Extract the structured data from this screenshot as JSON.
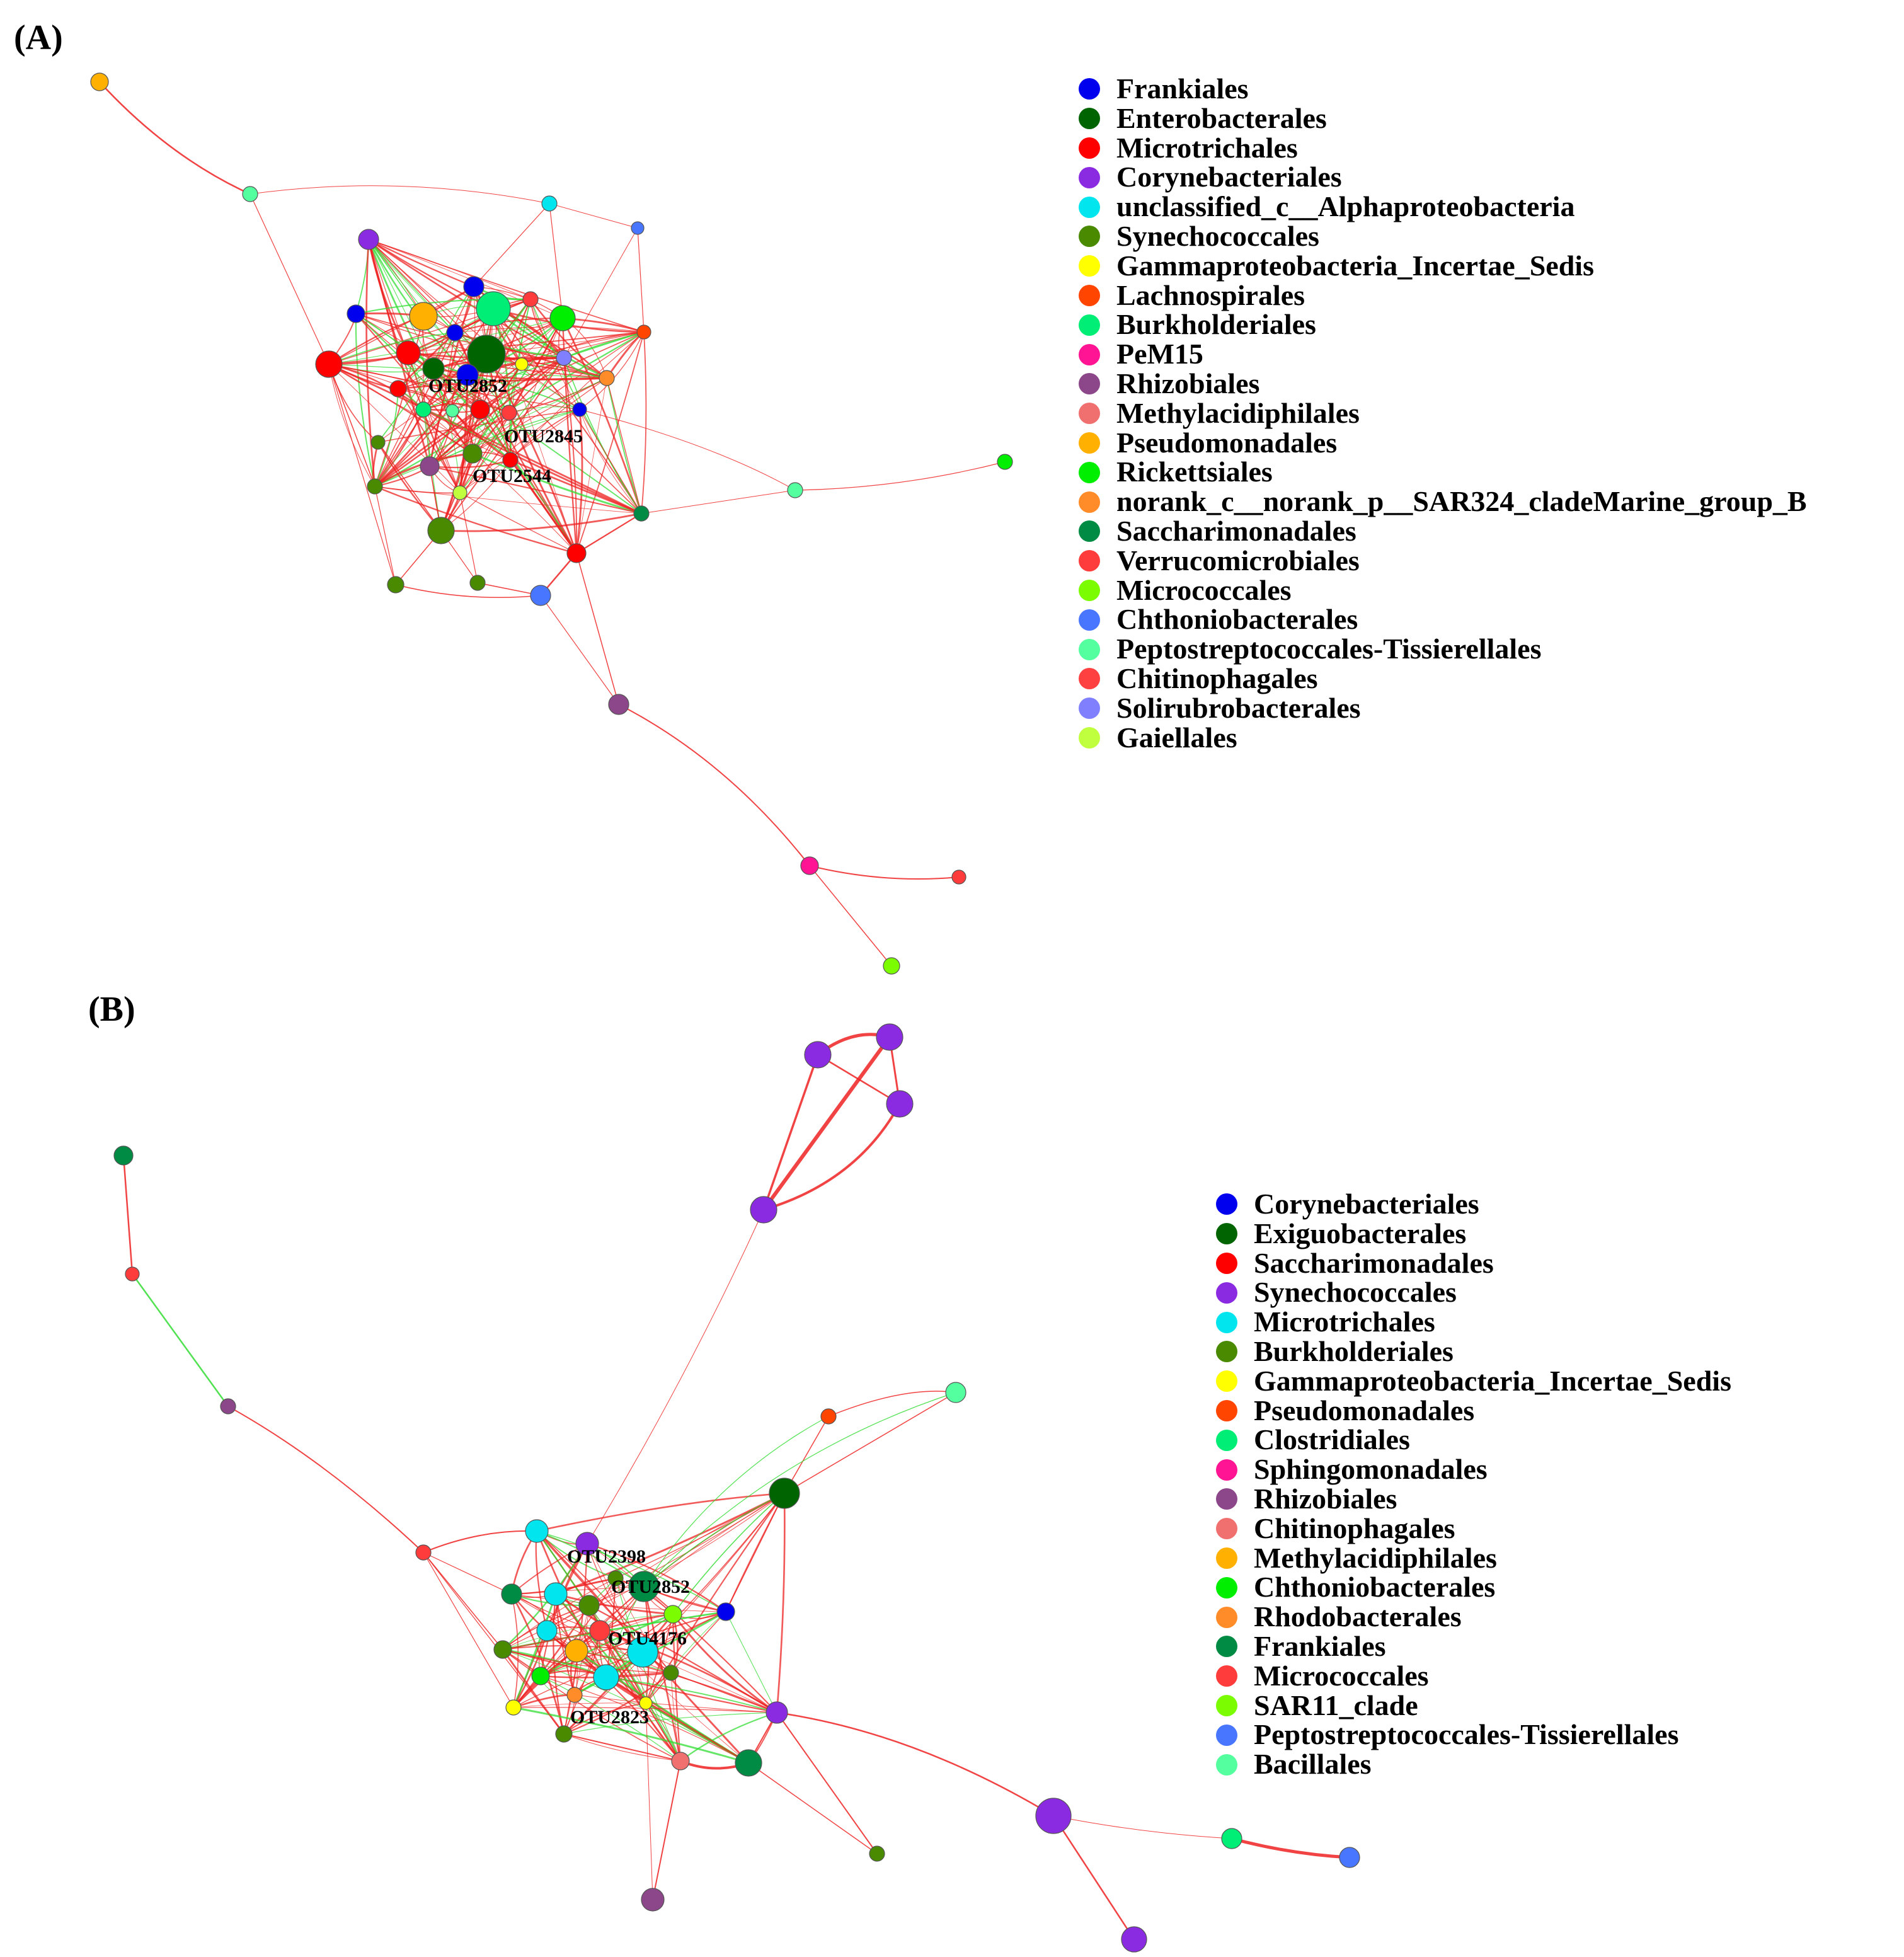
{
  "panels": [
    {
      "label": "(A)",
      "legend": [
        {
          "name": "Frankiales",
          "color": "#0000ee"
        },
        {
          "name": "Enterobacterales",
          "color": "#006400"
        },
        {
          "name": "Microtrichales",
          "color": "#ff0000"
        },
        {
          "name": "Corynebacteriales",
          "color": "#8a2be2"
        },
        {
          "name": "unclassified_c__Alphaproteobacteria",
          "color": "#00e5ee"
        },
        {
          "name": "Synechococcales",
          "color": "#4a8a00"
        },
        {
          "name": "Gammaproteobacteria_Incertae_Sedis",
          "color": "#ffff00"
        },
        {
          "name": "Lachnospirales",
          "color": "#ff4500"
        },
        {
          "name": "Burkholderiales",
          "color": "#00ee76"
        },
        {
          "name": "PeM15",
          "color": "#ff1493"
        },
        {
          "name": "Rhizobiales",
          "color": "#8b4789"
        },
        {
          "name": "Methylacidiphilales",
          "color": "#f07070"
        },
        {
          "name": "Pseudomonadales",
          "color": "#ffb000"
        },
        {
          "name": "Rickettsiales",
          "color": "#00ee00"
        },
        {
          "name": "norank_c__norank_p__SAR324_cladeMarine_group_B",
          "color": "#ff8c28"
        },
        {
          "name": "Saccharimonadales",
          "color": "#008b45"
        },
        {
          "name": "Verrucomicrobiales",
          "color": "#ff3c3c"
        },
        {
          "name": "Micrococcales",
          "color": "#7cfc00"
        },
        {
          "name": "Chthoniobacterales",
          "color": "#4876ff"
        },
        {
          "name": "Peptostreptococcales-Tissierellales",
          "color": "#54ff9f"
        },
        {
          "name": "Chitinophagales",
          "color": "#ff4040"
        },
        {
          "name": "Solirubrobacterales",
          "color": "#8080ff"
        },
        {
          "name": "Gaiellales",
          "color": "#c0ff3e"
        }
      ],
      "node_labels": [
        "OTU2852",
        "OTU2845",
        "OTU2544"
      ]
    },
    {
      "label": "(B)",
      "legend": [
        {
          "name": "Corynebacteriales",
          "color": "#0000ee"
        },
        {
          "name": "Exiguobacterales",
          "color": "#006400"
        },
        {
          "name": "Saccharimonadales",
          "color": "#ff0000"
        },
        {
          "name": "Synechococcales",
          "color": "#8a2be2"
        },
        {
          "name": "Microtrichales",
          "color": "#00e5ee"
        },
        {
          "name": "Burkholderiales",
          "color": "#4a8a00"
        },
        {
          "name": "Gammaproteobacteria_Incertae_Sedis",
          "color": "#ffff00"
        },
        {
          "name": "Pseudomonadales",
          "color": "#ff4500"
        },
        {
          "name": "Clostridiales",
          "color": "#00ee76"
        },
        {
          "name": "Sphingomonadales",
          "color": "#ff1493"
        },
        {
          "name": "Rhizobiales",
          "color": "#8b4789"
        },
        {
          "name": "Chitinophagales",
          "color": "#f07070"
        },
        {
          "name": "Methylacidiphilales",
          "color": "#ffb000"
        },
        {
          "name": "Chthoniobacterales",
          "color": "#00ee00"
        },
        {
          "name": "Rhodobacterales",
          "color": "#ff8c28"
        },
        {
          "name": "Frankiales",
          "color": "#008b45"
        },
        {
          "name": "Micrococcales",
          "color": "#ff3c3c"
        },
        {
          "name": "SAR11_clade",
          "color": "#7cfc00"
        },
        {
          "name": "Peptostreptococcales-Tissierellales",
          "color": "#4876ff"
        },
        {
          "name": "Bacillales",
          "color": "#54ff9f"
        }
      ],
      "node_labels": [
        "OTU2398",
        "OTU2852",
        "OTU4176",
        "OTU2823"
      ]
    }
  ]
}
